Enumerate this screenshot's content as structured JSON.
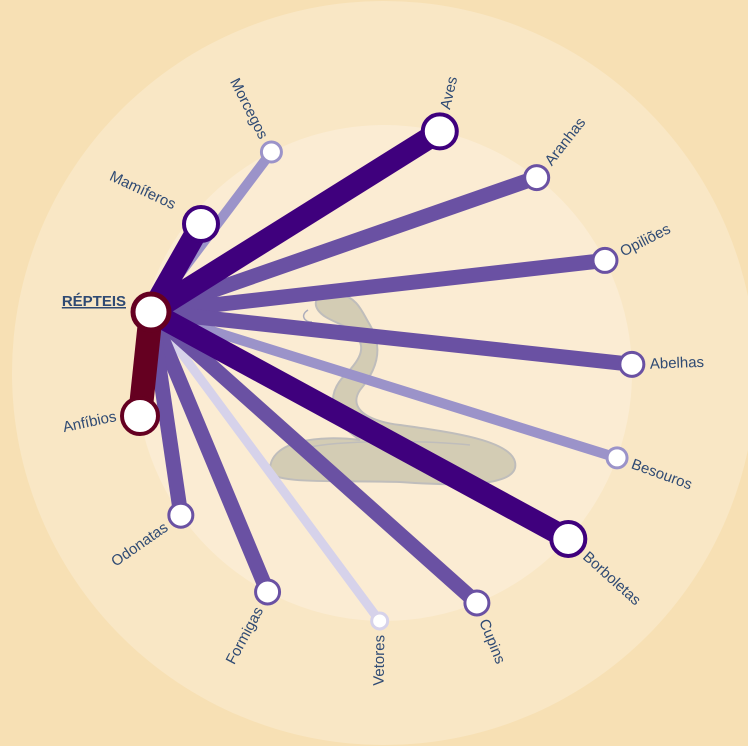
{
  "diagram": {
    "colors": {
      "background": "#f7e0b4",
      "outer_ring": "#f9e7c5",
      "inner_disc": "#fbecd3",
      "label_text": "#2f4a73",
      "center_link": "#650021",
      "strength_colors": [
        "#d6d2ea",
        "#9b93c9",
        "#6a51a3",
        "#3f007d"
      ]
    },
    "center": {
      "id": "repteis",
      "label": "RÉPTEIS"
    },
    "connections": [
      {
        "id": "morcegos",
        "label": "Morcegos",
        "strength": 1
      },
      {
        "id": "aves",
        "label": "Aves",
        "strength": 3
      },
      {
        "id": "aranhas",
        "label": "Aranhas",
        "strength": 2
      },
      {
        "id": "opilioes",
        "label": "Opiliões",
        "strength": 2
      },
      {
        "id": "abelhas",
        "label": "Abelhas",
        "strength": 2
      },
      {
        "id": "besouros",
        "label": "Besouros",
        "strength": 1
      },
      {
        "id": "borboletas",
        "label": "Borboletas",
        "strength": 3
      },
      {
        "id": "cupins",
        "label": "Cupins",
        "strength": 2
      },
      {
        "id": "vetores",
        "label": "Vetores",
        "strength": 0
      },
      {
        "id": "formigas",
        "label": "Formigas",
        "strength": 2
      },
      {
        "id": "odonatas",
        "label": "Odonatas",
        "strength": 2
      },
      {
        "id": "anfibios",
        "label": "Anfíbios",
        "strength": 4
      },
      {
        "id": "mamiferos",
        "label": "Mamíferos",
        "strength": 3
      }
    ],
    "center_icon": "snake-icon"
  }
}
